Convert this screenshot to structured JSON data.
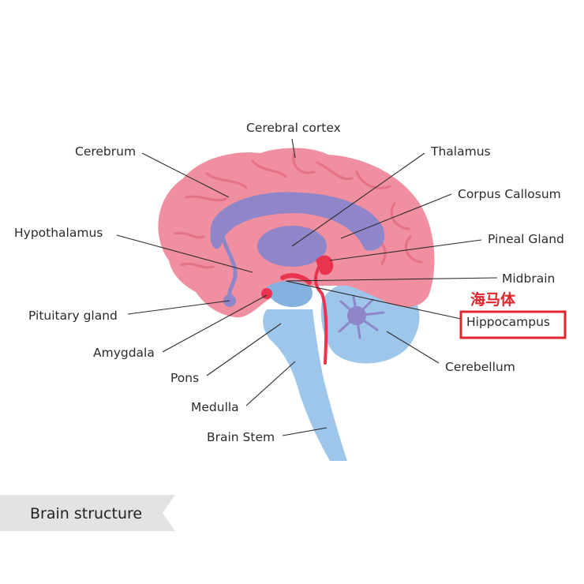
{
  "diagram": {
    "labels": {
      "cerebral_cortex": "Cerebral cortex",
      "cerebrum": "Cerebrum",
      "thalamus": "Thalamus",
      "corpus_callosum": "Corpus Callosum",
      "hypothalamus": "Hypothalamus",
      "pineal_gland": "Pineal Gland",
      "midbrain": "Midbrain",
      "pituitary_gland": "Pituitary gland",
      "hippocampus": "Hippocampus",
      "amygdala": "Amygdala",
      "cerebellum": "Cerebellum",
      "pons": "Pons",
      "medulla": "Medulla",
      "brain_stem": "Brain Stem"
    },
    "annotation": {
      "chinese_label": "海马体",
      "highlight_color": "#e0262d"
    },
    "colors": {
      "cerebrum": "#f08fa0",
      "cerebrum_dark": "#e57287",
      "stem": "#9ec6ea",
      "stem_dark": "#84b2de",
      "inner": "#8f86c9",
      "accent_red": "#e8344f"
    },
    "caption": "Brain structure"
  }
}
